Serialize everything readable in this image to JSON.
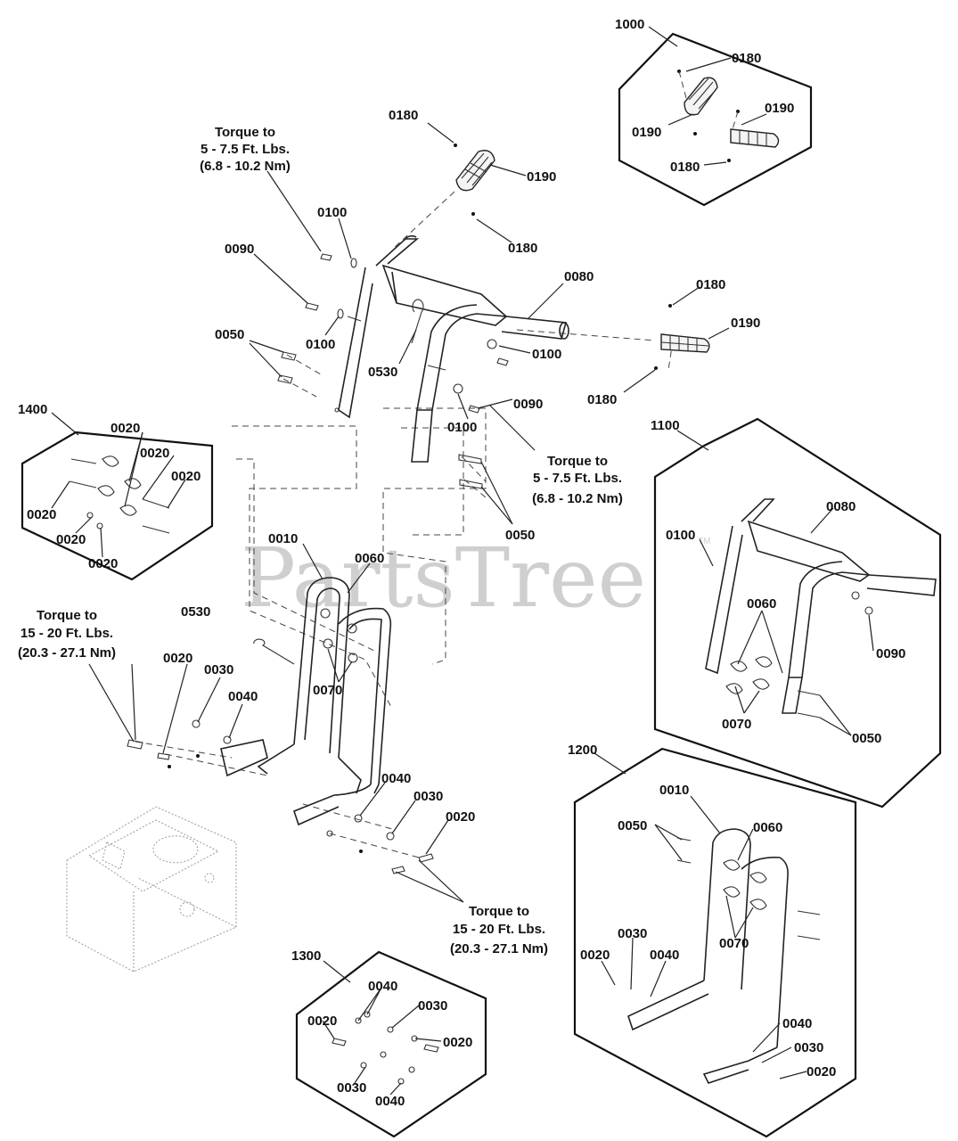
{
  "watermark": {
    "text": "PartsTree",
    "tm": "TM"
  },
  "callouts": [
    {
      "id": "c1000",
      "text": "1000"
    },
    {
      "id": "c0180a",
      "text": "0180"
    },
    {
      "id": "c0190a",
      "text": "0190"
    },
    {
      "id": "c0190b",
      "text": "0190"
    },
    {
      "id": "c0180b",
      "text": "0180"
    },
    {
      "id": "c0180c",
      "text": "0180"
    },
    {
      "id": "c0190c",
      "text": "0190"
    },
    {
      "id": "c0180d",
      "text": "0180"
    },
    {
      "id": "c0100a",
      "text": "0100"
    },
    {
      "id": "c0090a",
      "text": "0090"
    },
    {
      "id": "c0100b",
      "text": "0100"
    },
    {
      "id": "c0050a",
      "text": "0050"
    },
    {
      "id": "c0530a",
      "text": "0530"
    },
    {
      "id": "c0080a",
      "text": "0080"
    },
    {
      "id": "c0100c",
      "text": "0100"
    },
    {
      "id": "c0090b",
      "text": "0090"
    },
    {
      "id": "c0100d",
      "text": "0100"
    },
    {
      "id": "c0180e",
      "text": "0180"
    },
    {
      "id": "c0190d",
      "text": "0190"
    },
    {
      "id": "c0180f",
      "text": "0180"
    },
    {
      "id": "c0050b",
      "text": "0050"
    },
    {
      "id": "c1100",
      "text": "1100"
    },
    {
      "id": "c0080b",
      "text": "0080"
    },
    {
      "id": "c0100e",
      "text": "0100"
    },
    {
      "id": "c0060a",
      "text": "0060"
    },
    {
      "id": "c0090c",
      "text": "0090"
    },
    {
      "id": "c0070a",
      "text": "0070"
    },
    {
      "id": "c0050c",
      "text": "0050"
    },
    {
      "id": "c1400",
      "text": "1400"
    },
    {
      "id": "c0020a",
      "text": "0020"
    },
    {
      "id": "c0020b",
      "text": "0020"
    },
    {
      "id": "c0020c",
      "text": "0020"
    },
    {
      "id": "c0020d",
      "text": "0020"
    },
    {
      "id": "c0020e",
      "text": "0020"
    },
    {
      "id": "c0020f",
      "text": "0020"
    },
    {
      "id": "c0010a",
      "text": "0010"
    },
    {
      "id": "c0060b",
      "text": "0060"
    },
    {
      "id": "c0530b",
      "text": "0530"
    },
    {
      "id": "c0020g",
      "text": "0020"
    },
    {
      "id": "c0030a",
      "text": "0030"
    },
    {
      "id": "c0040a",
      "text": "0040"
    },
    {
      "id": "c0070b",
      "text": "0070"
    },
    {
      "id": "c0040b",
      "text": "0040"
    },
    {
      "id": "c0030b",
      "text": "0030"
    },
    {
      "id": "c0020h",
      "text": "0020"
    },
    {
      "id": "c1200",
      "text": "1200"
    },
    {
      "id": "c0010b",
      "text": "0010"
    },
    {
      "id": "c0050d",
      "text": "0050"
    },
    {
      "id": "c0060c",
      "text": "0060"
    },
    {
      "id": "c0070c",
      "text": "0070"
    },
    {
      "id": "c0020i",
      "text": "0020"
    },
    {
      "id": "c0030c",
      "text": "0030"
    },
    {
      "id": "c0040c",
      "text": "0040"
    },
    {
      "id": "c0040d",
      "text": "0040"
    },
    {
      "id": "c0030d",
      "text": "0030"
    },
    {
      "id": "c0020j",
      "text": "0020"
    },
    {
      "id": "c1300",
      "text": "1300"
    },
    {
      "id": "c0040e",
      "text": "0040"
    },
    {
      "id": "c0030e",
      "text": "0030"
    },
    {
      "id": "c0020k",
      "text": "0020"
    },
    {
      "id": "c0020l",
      "text": "0020"
    },
    {
      "id": "c0030f",
      "text": "0030"
    },
    {
      "id": "c0040f",
      "text": "0040"
    }
  ],
  "torque_notes": [
    {
      "id": "t1",
      "lines": [
        "Torque to",
        "5 - 7.5 Ft. Lbs.",
        "(6.8 - 10.2 Nm)"
      ]
    },
    {
      "id": "t2",
      "lines": [
        "Torque to",
        "5 - 7.5 Ft. Lbs.",
        "(6.8 - 10.2 Nm)"
      ]
    },
    {
      "id": "t3",
      "lines": [
        "Torque to",
        "15 - 20 Ft. Lbs.",
        "(20.3 - 27.1 Nm)"
      ]
    },
    {
      "id": "t4",
      "lines": [
        "Torque to",
        "15 - 20 Ft. Lbs.",
        "(20.3 - 27.1 Nm)"
      ]
    }
  ]
}
